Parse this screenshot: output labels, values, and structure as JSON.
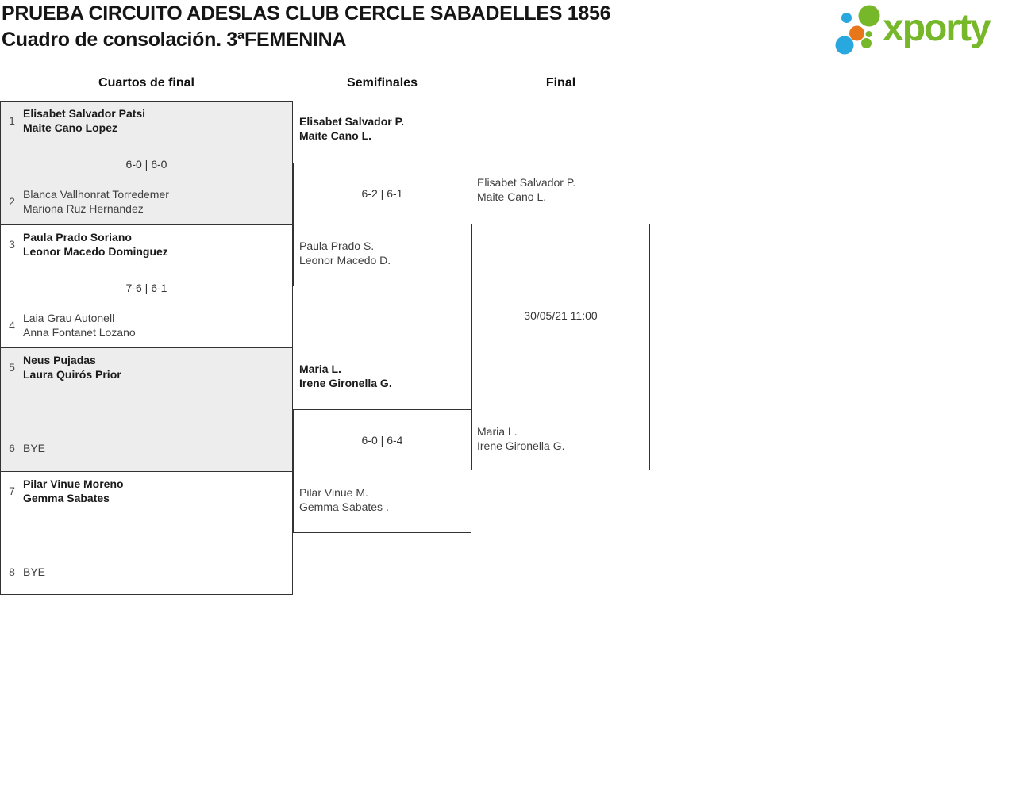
{
  "title": {
    "line1": "PRUEBA CIRCUITO ADESLAS CLUB CERCLE SABADELLES 1856",
    "line2": "Cuadro de consolación. 3ªFEMENINA"
  },
  "logo": {
    "text": "xporty"
  },
  "colors": {
    "logo_green": "#76b82a",
    "logo_blue": "#29a8e0",
    "logo_orange": "#e8761a",
    "shaded_row": "#ededed",
    "border": "#333333"
  },
  "rounds": [
    "Cuartos de final",
    "Semifinales",
    "Final"
  ],
  "bracket": {
    "quarterfinals": [
      {
        "top": {
          "seed": "1",
          "name1": "Elisabet Salvador Patsi",
          "name2": "Maite Cano Lopez",
          "winner": true
        },
        "score": "6-0 | 6-0",
        "bottom": {
          "seed": "2",
          "name1": "Blanca Vallhonrat Torredemer",
          "name2": "Mariona Ruz Hernandez"
        }
      },
      {
        "top": {
          "seed": "3",
          "name1": "Paula Prado Soriano",
          "name2": "Leonor Macedo Dominguez",
          "winner": true
        },
        "score": "7-6 | 6-1",
        "bottom": {
          "seed": "4",
          "name1": "Laia Grau Autonell",
          "name2": "Anna Fontanet Lozano"
        }
      },
      {
        "top": {
          "seed": "5",
          "name1": "Neus Pujadas",
          "name2": "Laura Quirós Prior",
          "winner": true
        },
        "score": "",
        "bottom": {
          "seed": "6",
          "name1": "BYE"
        }
      },
      {
        "top": {
          "seed": "7",
          "name1": "Pilar Vinue Moreno",
          "name2": "Gemma Sabates",
          "winner": true
        },
        "score": "",
        "bottom": {
          "seed": "8",
          "name1": "BYE"
        }
      }
    ],
    "semifinals": [
      {
        "top": {
          "name1": "Elisabet Salvador P.",
          "name2": "Maite Cano L.",
          "winner": true
        },
        "score": "6-2 | 6-1",
        "bottom": {
          "name1": "Paula Prado S.",
          "name2": "Leonor Macedo D."
        }
      },
      {
        "top": {
          "name1": "Maria L.",
          "name2": "Irene Gironella G.",
          "winner": true
        },
        "score": "6-0 | 6-4",
        "bottom": {
          "name1": "Pilar Vinue M.",
          "name2": "Gemma Sabates ."
        }
      }
    ],
    "final": {
      "top": {
        "name1": "Elisabet Salvador P.",
        "name2": "Maite Cano L."
      },
      "schedule": "30/05/21 11:00",
      "bottom": {
        "name1": "Maria L.",
        "name2": "Irene Gironella G."
      }
    }
  }
}
